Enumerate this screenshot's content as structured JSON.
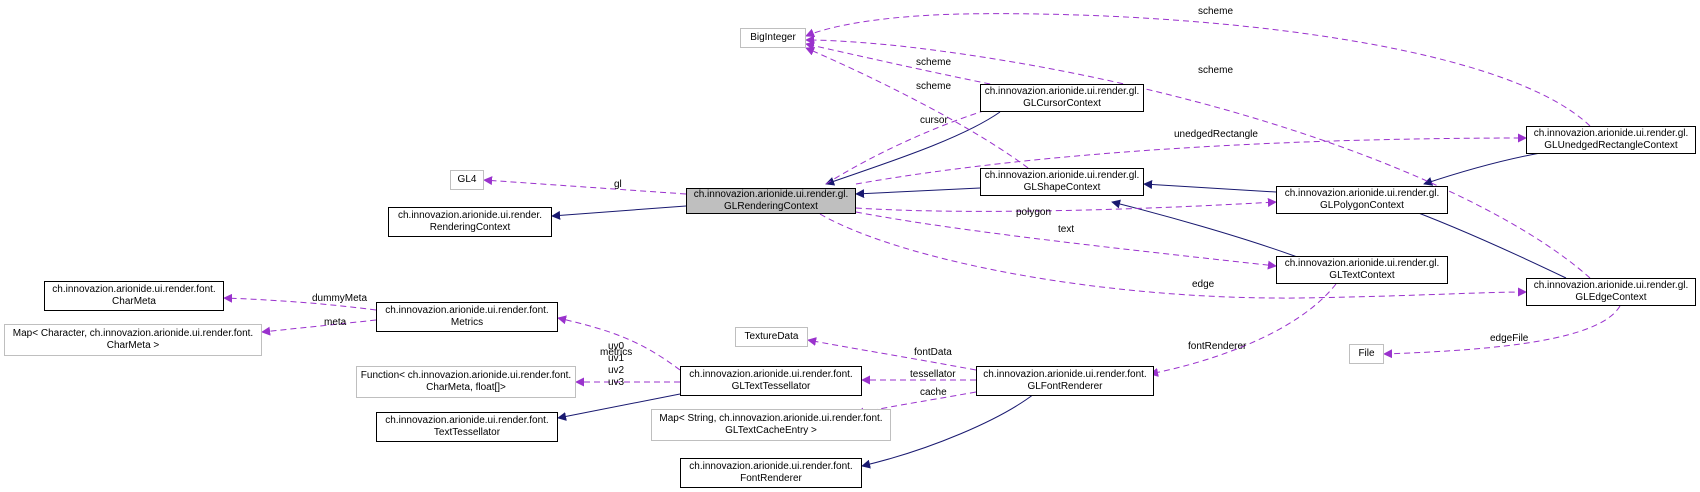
{
  "colors": {
    "inheritance_edge": "#191970",
    "usage_edge": "#9a32cd",
    "focus_fill": "#bfbfbf",
    "external_border": "#bfbfbf",
    "class_border": "#000000"
  },
  "nodes": {
    "biginteger": [
      "BigInteger"
    ],
    "gl4": [
      "GL4"
    ],
    "texturedata": [
      "TextureData"
    ],
    "file": [
      "File"
    ],
    "map_charmeta": [
      "Map< Character, ch.innovazion.arionide.ui.render.font.",
      "CharMeta >"
    ],
    "function_charmeta": [
      "Function< ch.innovazion.arionide.ui.render.font.",
      "CharMeta, float[]>"
    ],
    "map_cache": [
      "Map< String, ch.innovazion.arionide.ui.render.font.",
      "GLTextCacheEntry >"
    ],
    "rendering_context": [
      "ch.innovazion.arionide.ui.render.",
      "RenderingContext"
    ],
    "charmeta": [
      "ch.innovazion.arionide.ui.render.font.",
      "CharMeta"
    ],
    "metrics": [
      "ch.innovazion.arionide.ui.render.font.",
      "Metrics"
    ],
    "text_tessellator": [
      "ch.innovazion.arionide.ui.render.font.",
      "TextTessellator"
    ],
    "gl_text_tessellator": [
      "ch.innovazion.arionide.ui.render.font.",
      "GLTextTessellator"
    ],
    "font_renderer": [
      "ch.innovazion.arionide.ui.render.font.",
      "FontRenderer"
    ],
    "gl_font_renderer": [
      "ch.innovazion.arionide.ui.render.font.",
      "GLFontRenderer"
    ],
    "gl_rendering_context": [
      "ch.innovazion.arionide.ui.render.gl.",
      "GLRenderingContext"
    ],
    "gl_cursor_context": [
      "ch.innovazion.arionide.ui.render.gl.",
      "GLCursorContext"
    ],
    "gl_shape_context": [
      "ch.innovazion.arionide.ui.render.gl.",
      "GLShapeContext"
    ],
    "gl_polygon_context": [
      "ch.innovazion.arionide.ui.render.gl.",
      "GLPolygonContext"
    ],
    "gl_text_context": [
      "ch.innovazion.arionide.ui.render.gl.",
      "GLTextContext"
    ],
    "gl_unedged_rectangle_context": [
      "ch.innovazion.arionide.ui.render.gl.",
      "GLUnedgedRectangleContext"
    ],
    "gl_edge_context": [
      "ch.innovazion.arionide.ui.render.gl.",
      "GLEdgeContext"
    ]
  },
  "edge_labels": {
    "scheme_top": "scheme",
    "scheme_cursor": "scheme",
    "scheme_shape": "scheme",
    "scheme_edge": "scheme",
    "cursor": "cursor",
    "unedged_rectangle": "unedgedRectangle",
    "gl": "gl",
    "polygon": "polygon",
    "text": "text",
    "edge": "edge",
    "dummy_meta": "dummyMeta",
    "meta": "meta",
    "metrics": "metrics",
    "uv0": "uv0",
    "uv1": "uv1",
    "uv2": "uv2",
    "uv3": "uv3",
    "font_data": "fontData",
    "tessellator": "tessellator",
    "cache": "cache",
    "font_renderer": "fontRenderer",
    "edge_file": "edgeFile"
  }
}
